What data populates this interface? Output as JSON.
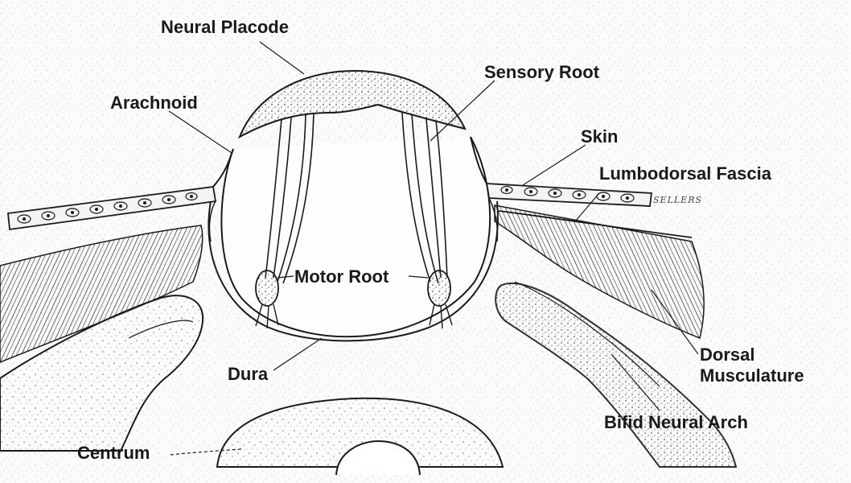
{
  "labels": {
    "neural_placode": "Neural Placode",
    "sensory_root": "Sensory Root",
    "arachnoid": "Arachnoid",
    "skin": "Skin",
    "lumbodorsal_fascia": "Lumbodorsal Fascia",
    "motor_root": "Motor Root",
    "dorsal_musculature_line1": "Dorsal",
    "dorsal_musculature_line2": "Musculature",
    "dura": "Dura",
    "bifid_neural_arch": "Bifid Neural Arch",
    "centrum": "Centrum"
  },
  "artist_signature": "SELLERS",
  "colors": {
    "ink": "#1a1a1a",
    "paper": "#fbfbf9",
    "stipple": "#8a8a8a"
  }
}
